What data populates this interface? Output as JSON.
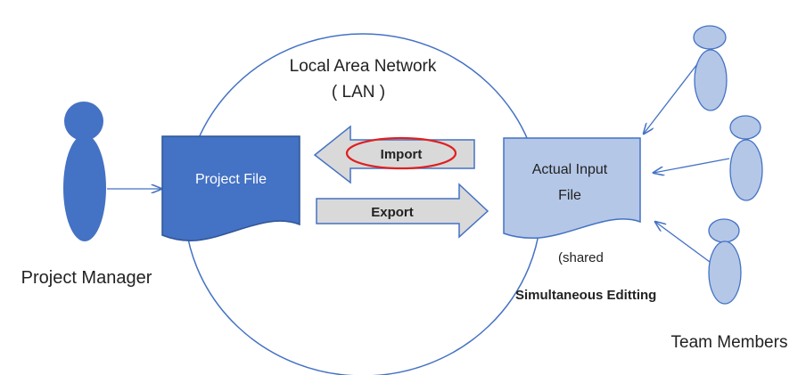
{
  "network": {
    "title": "Local Area Network",
    "subtitle": "( LAN )"
  },
  "project_manager": {
    "label": "Project Manager"
  },
  "project_file": {
    "label": "Project File"
  },
  "import": {
    "label": "Import"
  },
  "export": {
    "label": "Export"
  },
  "input_file": {
    "line1": "Actual Input",
    "line2": "File"
  },
  "shared_note": {
    "line1": "(shared",
    "line2": "Simultaneous Editting"
  },
  "team": {
    "label": "Team Members"
  },
  "colors": {
    "dark_blue": "#4472c4",
    "light_blue": "#b4c7e7",
    "outline_blue": "#2f5597",
    "arrow_gray": "#d9d9d9",
    "highlight_red": "#e02020"
  }
}
